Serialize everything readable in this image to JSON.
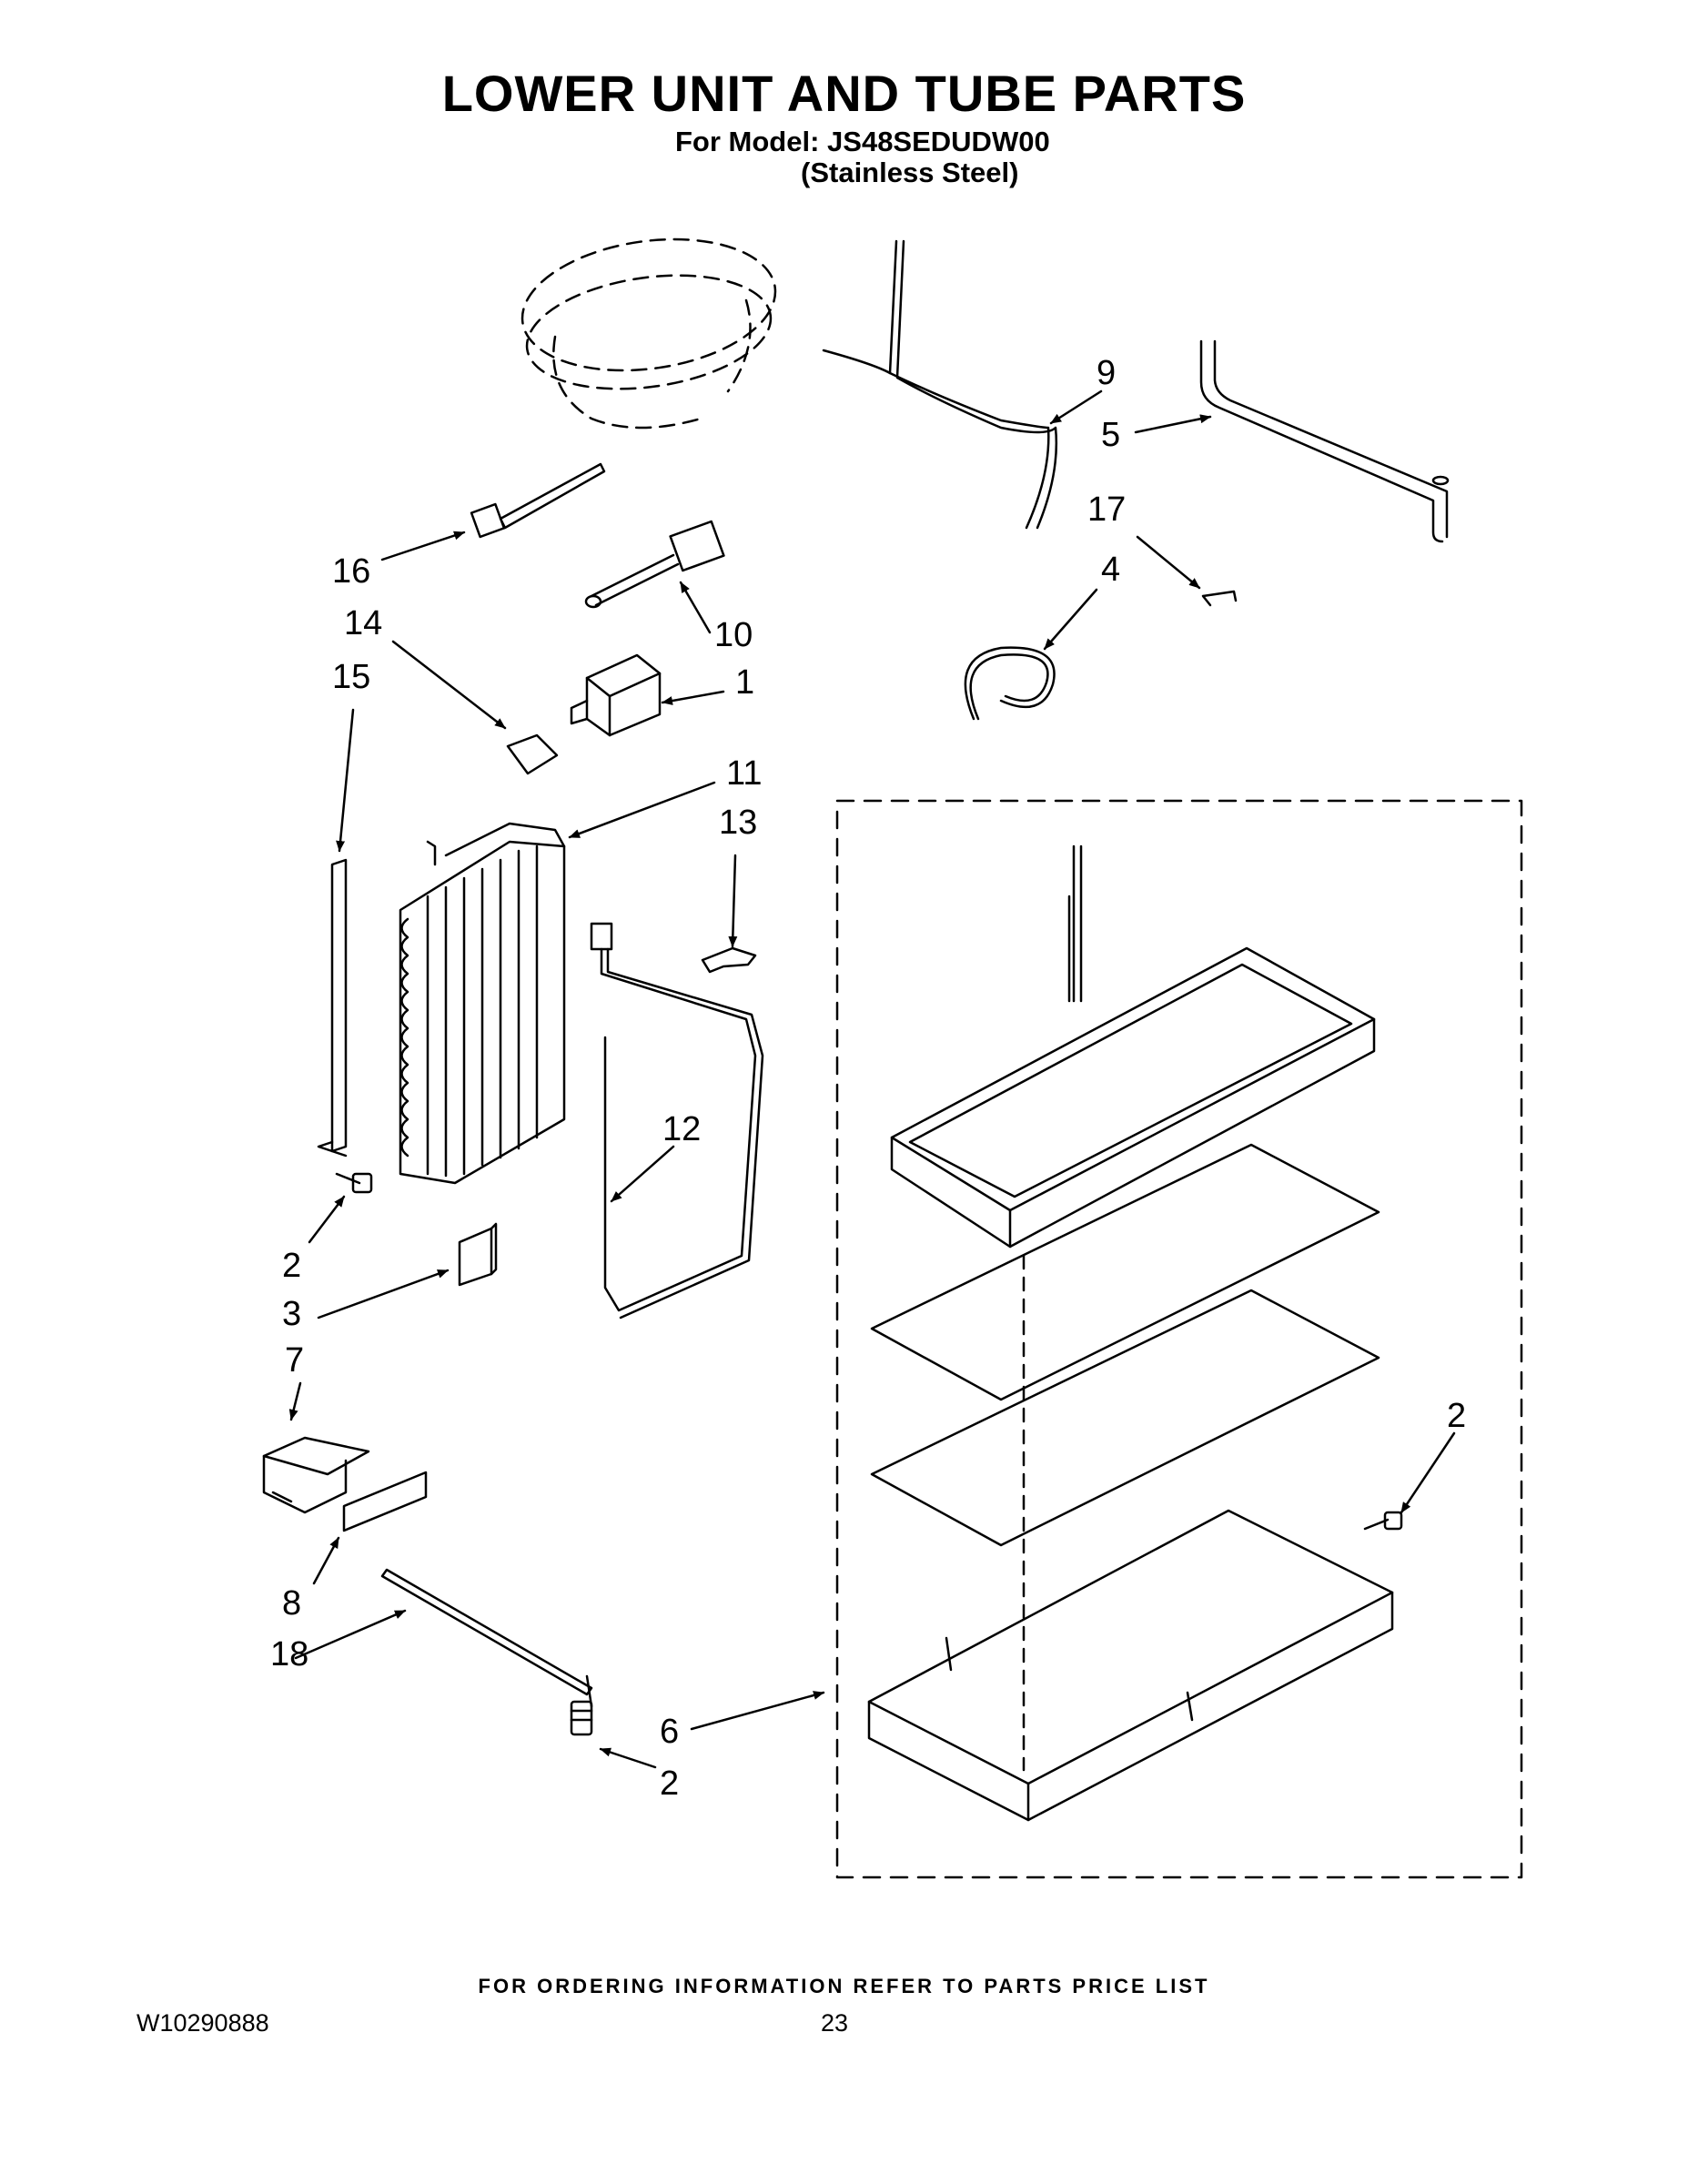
{
  "header": {
    "title": "LOWER UNIT AND TUBE PARTS",
    "model_line": "For Model: JS48SEDUDW00",
    "variant_line": "(Stainless Steel)"
  },
  "callouts": [
    "1",
    "2",
    "2",
    "2",
    "3",
    "4",
    "5",
    "6",
    "7",
    "8",
    "9",
    "10",
    "11",
    "12",
    "13",
    "14",
    "15",
    "16",
    "17",
    "18"
  ],
  "footer": {
    "ordering_note": "FOR ORDERING INFORMATION REFER TO PARTS PRICE LIST",
    "doc_number": "W10290888",
    "page_number": "23"
  }
}
